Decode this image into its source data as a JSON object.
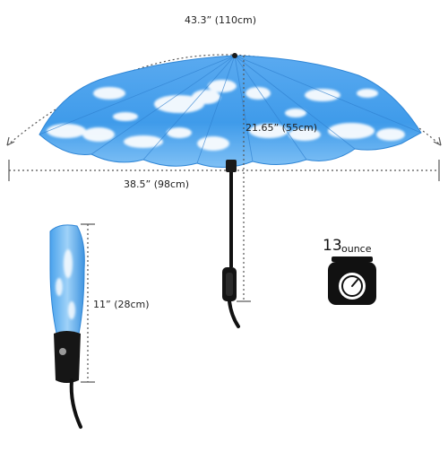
{
  "dimensions": {
    "arc_span": "43.3”  (110cm)",
    "open_width": "38.5”  (98cm)",
    "open_height": "21.65”  (55cm)",
    "folded_length": "11”  (28cm)"
  },
  "weight": {
    "value": "13",
    "unit": "ounce"
  },
  "colors": {
    "sky": "#3f9bea",
    "sky_light": "#8cc8f7",
    "cloud": "#ffffff",
    "handle": "#111111",
    "dim_line": "#555555"
  },
  "icons": {
    "weight": "scale-icon"
  }
}
